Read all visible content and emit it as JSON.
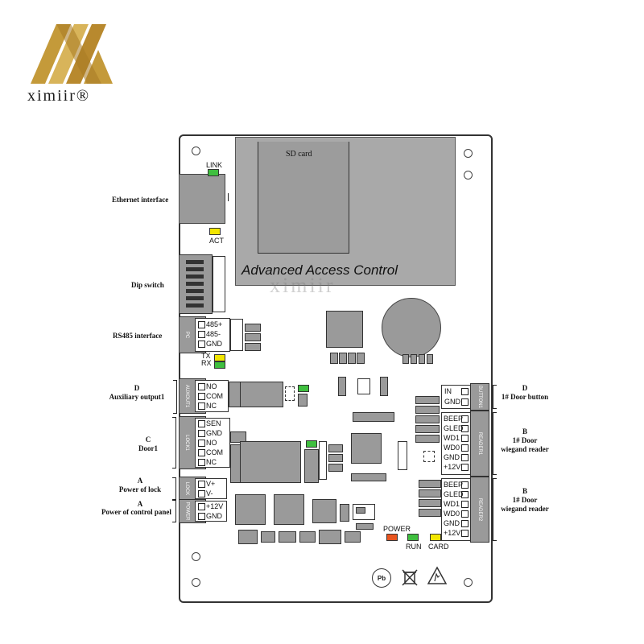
{
  "brand": {
    "name": "ximiir®",
    "color": "#c49a3a"
  },
  "board": {
    "title": "Advanced Access Control",
    "sd_label": "SD card",
    "watermark": "ximiir",
    "led_link": "LINK",
    "led_act": "ACT",
    "led_tx": "TX",
    "led_rx": "RX",
    "led_power": "POWER",
    "led_run": "RUN",
    "led_card": "CARD",
    "led_colors": {
      "green": "#3fbf3f",
      "yellow": "#f2e600",
      "red": "#e8541e"
    }
  },
  "labels": {
    "ethernet": "Ethernet interface",
    "dip": "Dip switch",
    "rs485": "RS485  interface",
    "aux_letter": "D",
    "aux": "Auxiliary output1",
    "door_letter": "C",
    "door": "Door1",
    "lock_letter": "A",
    "lock": "Power of lock",
    "panel_letter": "A",
    "panel": "Power of control panel",
    "btn_letter": "D",
    "btn": "1# Door button",
    "r1_letter": "B",
    "r1_line1": "1# Door",
    "r1_line2": "wiegand reader",
    "r2_letter": "B",
    "r2_line1": "1# Door",
    "r2_line2": "wiegand reader"
  },
  "terminals": {
    "pc": {
      "name": "PC",
      "pins": [
        "485+",
        "485-",
        "GND"
      ]
    },
    "aux": {
      "name": "AUXOUT1",
      "pins": [
        "NO",
        "COM",
        "NC"
      ]
    },
    "lock1": {
      "name": "LOCK1",
      "pins": [
        "SEN",
        "GND",
        "NO",
        "COM",
        "NC"
      ]
    },
    "lock": {
      "name": "LOCK",
      "pins": [
        "V+",
        "V-"
      ]
    },
    "power": {
      "name": "POWER",
      "pins": [
        "+12V",
        "GND"
      ]
    },
    "button": {
      "name": "BUTTON1",
      "pins": [
        "IN",
        "GND"
      ]
    },
    "reader1": {
      "name": "READER1",
      "pins": [
        "BEEP",
        "GLED",
        "WD1",
        "WD0",
        "GND",
        "+12V"
      ]
    },
    "reader2": {
      "name": "READER2",
      "pins": [
        "BEEP",
        "GLED",
        "WD1",
        "WD0",
        "GND",
        "+12V"
      ]
    }
  },
  "symbols": {
    "pb": "Pb",
    "weee": "bin-icon",
    "esd": "esd-warning-icon"
  }
}
